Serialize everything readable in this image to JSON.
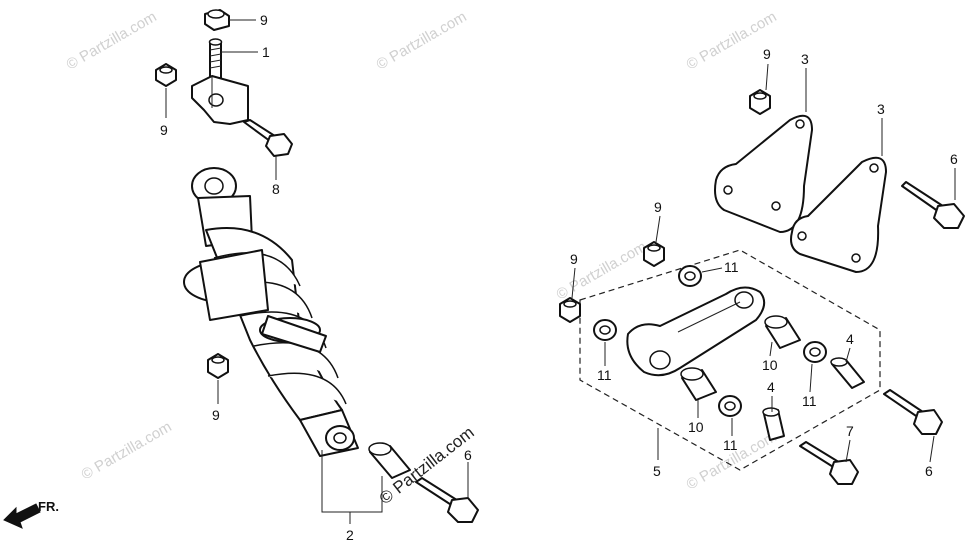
{
  "watermarks": [
    {
      "text": "© Partzilla.com"
    },
    {
      "text": "© Partzilla.com"
    },
    {
      "text": "© Partzilla.com"
    },
    {
      "text": "© Partzilla.com"
    },
    {
      "text": "© Partzilla.com"
    },
    {
      "text": "© Partzilla.com"
    }
  ],
  "center_watermark": "© Partzilla.com",
  "front_indicator": "FR.",
  "callouts": {
    "c9a": "9",
    "c1": "1",
    "c9b": "9",
    "c8": "8",
    "c9c": "9",
    "c2": "2",
    "c6a": "6",
    "c9d": "9",
    "c3a": "3",
    "c3b": "3",
    "c6b": "6",
    "c9e": "9",
    "c9f": "9",
    "c11a": "11",
    "c11b": "11",
    "c10a": "10",
    "c11c": "11",
    "c4a": "4",
    "c10b": "10",
    "c4b": "4",
    "c11d": "11",
    "c5": "5",
    "c7": "7",
    "c6c": "6"
  }
}
